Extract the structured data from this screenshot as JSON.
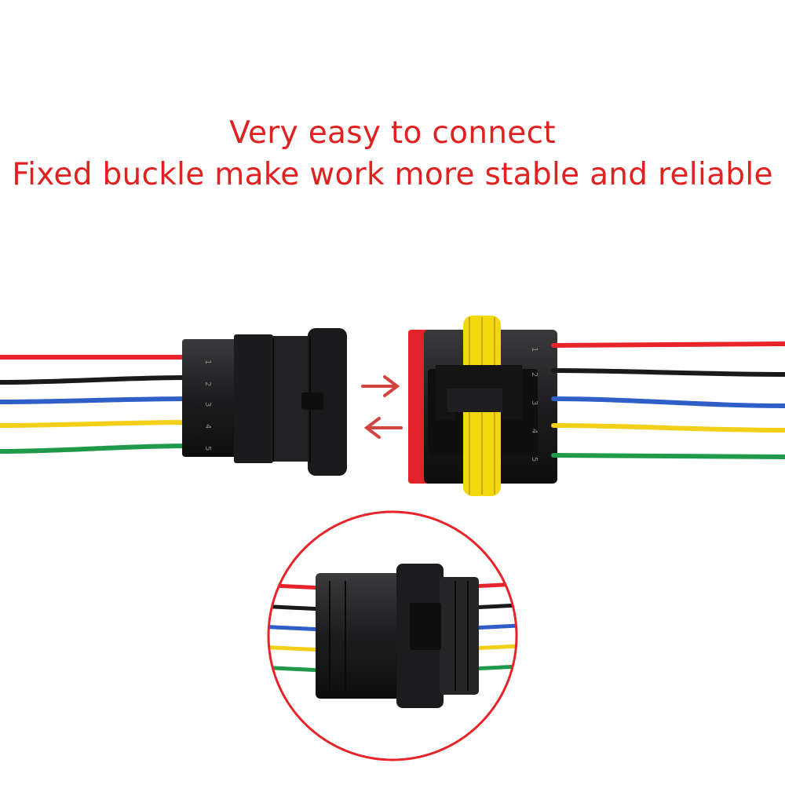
{
  "headline": {
    "line1": "Very easy to connect",
    "line2": "Fixed buckle make work more stable and reliable",
    "color": "#e0211f"
  },
  "wire_colors": [
    "#e8242a",
    "#1a1a1a",
    "#2f5ec9",
    "#f2cf18",
    "#1f9a4a"
  ],
  "pin_numbers": [
    "1",
    "2",
    "3",
    "4",
    "5"
  ],
  "arrow_color": "#d2453f",
  "circle_color": "#e8242a",
  "seal_color": "#f4d80f",
  "housing_color": "#1d1d1f"
}
